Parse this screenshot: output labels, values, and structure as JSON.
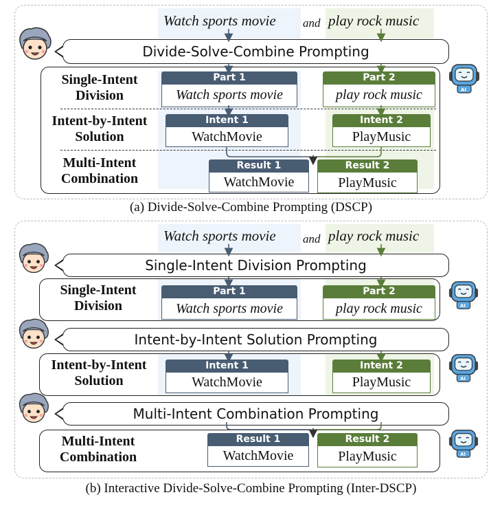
{
  "query": {
    "part1": "Watch sports movie",
    "connector": "and",
    "part2": "play rock music"
  },
  "panel_a": {
    "caption": "(a) Divide-Solve-Combine Prompting (DSCP)",
    "prompt": "Divide-Solve-Combine Prompting",
    "stages": {
      "division": {
        "label_l1": "Single-Intent",
        "label_l2": "Division",
        "card1": {
          "header": "Part 1",
          "body": "Watch sports movie"
        },
        "card2": {
          "header": "Part 2",
          "body": "play rock music"
        }
      },
      "solution": {
        "label_l1": "Intent-by-Intent",
        "label_l2": "Solution",
        "card1": {
          "header": "Intent 1",
          "body": "WatchMovie"
        },
        "card2": {
          "header": "Intent 2",
          "body": "PlayMusic"
        }
      },
      "combination": {
        "label_l1": "Multi-Intent",
        "label_l2": "Combination",
        "card1": {
          "header": "Result 1",
          "body": "WatchMovie"
        },
        "card2": {
          "header": "Result 2",
          "body": "PlayMusic"
        }
      }
    }
  },
  "panel_b": {
    "caption": "(b) Interactive Divide-Solve-Combine Prompting (Inter-DSCP)",
    "prompts": {
      "division": "Single-Intent Division Prompting",
      "solution": "Intent-by-Intent Solution Prompting",
      "combination": "Multi-Intent Combination Prompting"
    },
    "stages": {
      "division": {
        "label_l1": "Single-Intent",
        "label_l2": "Division",
        "card1": {
          "header": "Part 1",
          "body": "Watch sports movie"
        },
        "card2": {
          "header": "Part 2",
          "body": "play rock music"
        }
      },
      "solution": {
        "label_l1": "Intent-by-Intent",
        "label_l2": "Solution",
        "card1": {
          "header": "Intent 1",
          "body": "WatchMovie"
        },
        "card2": {
          "header": "Intent 2",
          "body": "PlayMusic"
        }
      },
      "combination": {
        "label_l1": "Multi-Intent",
        "label_l2": "Combination",
        "card1": {
          "header": "Result 1",
          "body": "WatchMovie"
        },
        "card2": {
          "header": "Result 2",
          "body": "PlayMusic"
        }
      }
    }
  },
  "colors": {
    "blue": "#485c72",
    "green": "#5a7d3a",
    "blue_shade": "#eef4fb",
    "green_shade": "#eff5e6",
    "robot": "#5aa6e0",
    "hair": "#9aa6bd"
  },
  "icons": {
    "user": "user-avatar-icon",
    "assistant": "robot-icon"
  }
}
